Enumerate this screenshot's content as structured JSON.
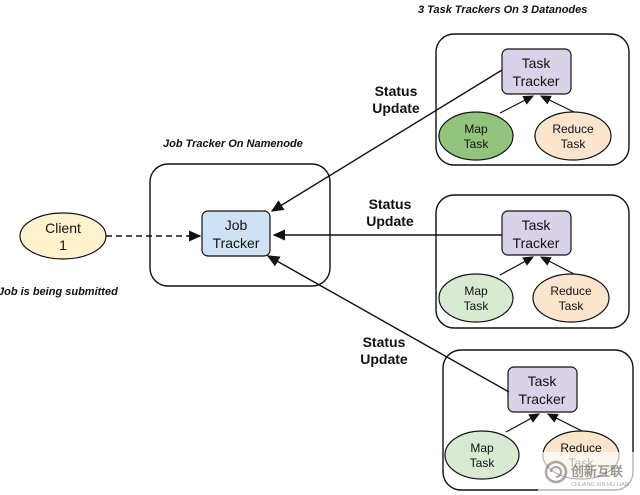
{
  "header": {
    "task_trackers_title": "3 Task Trackers On 3 Datanodes"
  },
  "job_tracker_group": {
    "title": "Job Tracker On Namenode",
    "node_line1": "Job",
    "node_line2": "Tracker"
  },
  "client": {
    "line1": "Client",
    "line2": "1",
    "caption": "Job is being submitted"
  },
  "status_label": {
    "line1": "Status",
    "line2": "Update"
  },
  "task_tracker": {
    "line1": "Task",
    "line2": "Tracker"
  },
  "map_task": {
    "line1": "Map",
    "line2": "Task"
  },
  "reduce_task": {
    "line1": "Reduce",
    "line2": "Task"
  },
  "watermark": {
    "brand": "创新互联",
    "sub": "CHUANG XIN HU LIAN"
  },
  "colors": {
    "job_tracker_fill": "#cfe2f3",
    "task_tracker_fill": "#d9d2e9",
    "client_fill": "#fff2cc",
    "map_fill_active": "#93c47d",
    "map_fill": "#d9ead3",
    "reduce_fill": "#fce5cd"
  }
}
